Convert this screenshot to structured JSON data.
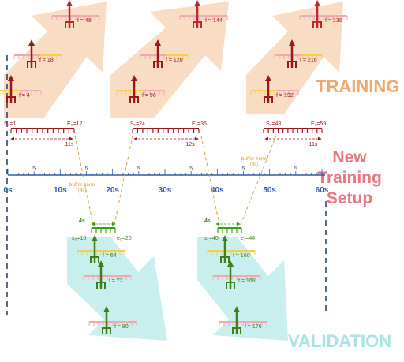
{
  "labels": {
    "training": "TRAINING",
    "new_setup": [
      "New",
      "Training",
      "Setup"
    ],
    "validation": "VALIDATION"
  },
  "colors": {
    "training_arrow": "#f9dcc4",
    "validation_arrow": "#c9eeee",
    "training_text": "#f3a86b",
    "new_setup_text": "#e8777f",
    "validation_text": "#a9e3e3",
    "dark_red": "#9a1a1a",
    "red": "#c0262b",
    "green": "#3f7f1e",
    "bright_green": "#3aa21a",
    "axis_blue": "#2e5aa8",
    "orange": "#d99a3a",
    "pink": "#f0a9b0",
    "yellow": "#f2d04a"
  },
  "axis": {
    "ticks": [
      "0s",
      "10s",
      "20s",
      "30s",
      "40s",
      "50s",
      "60s"
    ],
    "minor_label": "5"
  },
  "training_frames": [
    [
      "f = 48",
      "f = 18",
      "f = 4"
    ],
    [
      "f = 144",
      "f = 120",
      "f = 96"
    ],
    [
      "f = 236",
      "f = 216",
      "f = 192"
    ]
  ],
  "validation_frames": [
    [
      "f = 64",
      "f = 72",
      "f = 80"
    ],
    [
      "f = 160",
      "f = 168",
      "f = 176"
    ]
  ],
  "train_segments": [
    {
      "start": "S₀=1",
      "end": "E₀=12",
      "duration": "11s"
    },
    {
      "start": "S₁=24",
      "end": "E₁=36",
      "duration": "12s"
    },
    {
      "start": "S₂=48",
      "end": "E₂=59",
      "duration": "11s"
    }
  ],
  "val_segments": [
    {
      "start": "s₀=16",
      "end": "e₀=20",
      "duration": "4s"
    },
    {
      "start": "s₁=40",
      "end": "e₁=44",
      "duration": "4s"
    }
  ],
  "buffer_zones": [
    {
      "label": "buffer zone",
      "sub": "(4s)"
    },
    {
      "label": "buffer zone",
      "sub": "(4s)"
    }
  ]
}
